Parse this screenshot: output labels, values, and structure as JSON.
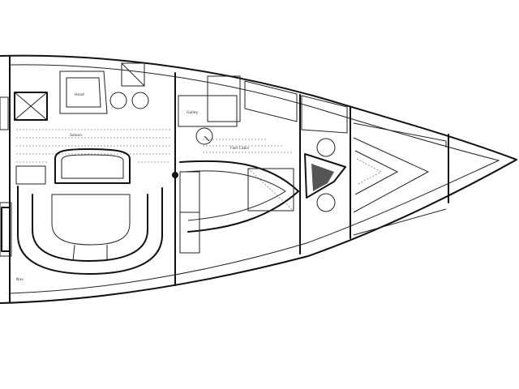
{
  "drawing": {
    "type": "sailboat-interior-layout",
    "orientation": "bow-right",
    "line_color": "#111111",
    "background": "#ffffff",
    "labels": {
      "saloon": "Saloon",
      "forward_cabin": "Fwd Cabin",
      "head": "Head",
      "galley": "Galley",
      "nav": "Nav"
    }
  }
}
